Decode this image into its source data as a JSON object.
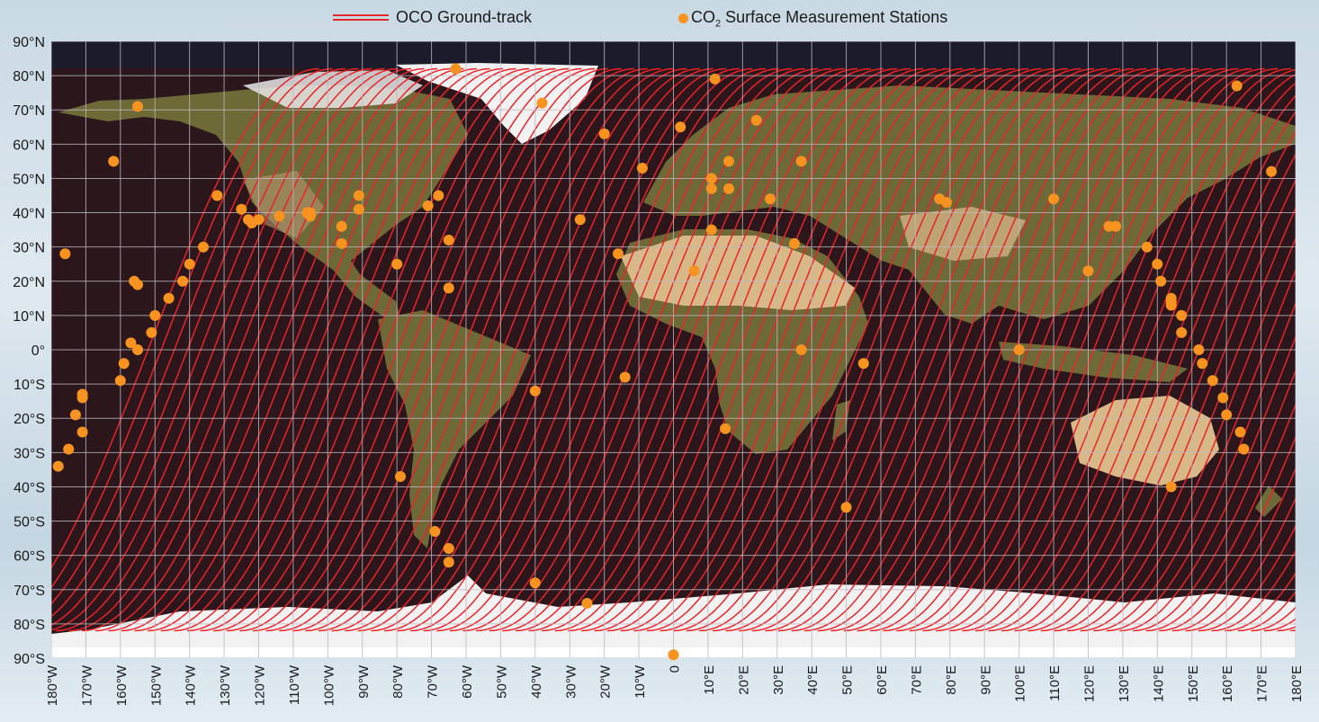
{
  "legend": {
    "track_label": "OCO Ground-track",
    "stations_prefix": "CO",
    "stations_sub": "2",
    "stations_suffix": " Surface Measurement Stations"
  },
  "colors": {
    "ocean": "#2b171b",
    "polar_bg": "#1b1b2b",
    "track": "#ec2229",
    "land": "#6e6a38",
    "desert": "#d9b888",
    "ice": "#f2f2f2",
    "station": "#f7931e",
    "grid": "#bfb7c0"
  },
  "lat_labels": [
    "90°N",
    "80°N",
    "70°N",
    "60°N",
    "50°N",
    "40°N",
    "30°N",
    "20°N",
    "10°N",
    "0°",
    "10°S",
    "20°S",
    "30°S",
    "40°S",
    "50°S",
    "60°S",
    "70°S",
    "80°S",
    "90°S"
  ],
  "lon_labels": [
    "180°W",
    "170°W",
    "160°W",
    "150°W",
    "140°W",
    "130°W",
    "120°W",
    "110°W",
    "100°W",
    "90°W",
    "80°W",
    "70°W",
    "60°W",
    "50°W",
    "40°W",
    "30°W",
    "20°W",
    "10°W",
    "0",
    "10°E",
    "20°E",
    "30°E",
    "40°E",
    "50°E",
    "60°E",
    "70°E",
    "80°E",
    "90°E",
    "100°E",
    "110°E",
    "120°E",
    "130°E",
    "140°E",
    "150°E",
    "160°E",
    "170°E",
    "180°E"
  ],
  "stations": [
    {
      "lon": -178,
      "lat": -34
    },
    {
      "lon": -176,
      "lat": 28
    },
    {
      "lon": -175,
      "lat": -29
    },
    {
      "lon": -173,
      "lat": -19
    },
    {
      "lon": -171,
      "lat": -14
    },
    {
      "lon": -171,
      "lat": -13
    },
    {
      "lon": -171,
      "lat": -24
    },
    {
      "lon": -162,
      "lat": 55
    },
    {
      "lon": -160,
      "lat": -9
    },
    {
      "lon": -159,
      "lat": -4
    },
    {
      "lon": -157,
      "lat": 2
    },
    {
      "lon": -156,
      "lat": 20
    },
    {
      "lon": -155,
      "lat": 19
    },
    {
      "lon": -155,
      "lat": 0
    },
    {
      "lon": -155,
      "lat": 71
    },
    {
      "lon": -151,
      "lat": 5
    },
    {
      "lon": -150,
      "lat": 10
    },
    {
      "lon": -146,
      "lat": 15
    },
    {
      "lon": -142,
      "lat": 20
    },
    {
      "lon": -140,
      "lat": 25
    },
    {
      "lon": -136,
      "lat": 30
    },
    {
      "lon": -132,
      "lat": 45
    },
    {
      "lon": -125,
      "lat": 41
    },
    {
      "lon": -123,
      "lat": 38
    },
    {
      "lon": -122,
      "lat": 37
    },
    {
      "lon": -120,
      "lat": 38
    },
    {
      "lon": -114,
      "lat": 39
    },
    {
      "lon": -106,
      "lat": 40
    },
    {
      "lon": -105,
      "lat": 39
    },
    {
      "lon": -105,
      "lat": 40
    },
    {
      "lon": -96,
      "lat": 36
    },
    {
      "lon": -96,
      "lat": 31
    },
    {
      "lon": -91,
      "lat": 45
    },
    {
      "lon": -91,
      "lat": 41
    },
    {
      "lon": -80,
      "lat": 25
    },
    {
      "lon": -79,
      "lat": -37
    },
    {
      "lon": -71,
      "lat": 42
    },
    {
      "lon": -69,
      "lat": -53
    },
    {
      "lon": -68,
      "lat": 45
    },
    {
      "lon": -65,
      "lat": 32
    },
    {
      "lon": -65,
      "lat": 18
    },
    {
      "lon": -65,
      "lat": -58
    },
    {
      "lon": -65,
      "lat": -62
    },
    {
      "lon": -63,
      "lat": 82
    },
    {
      "lon": -40,
      "lat": -12
    },
    {
      "lon": -40,
      "lat": -68
    },
    {
      "lon": -38,
      "lat": 72
    },
    {
      "lon": -27,
      "lat": 38
    },
    {
      "lon": -25,
      "lat": -74
    },
    {
      "lon": -20,
      "lat": 63
    },
    {
      "lon": -16,
      "lat": 28
    },
    {
      "lon": -14,
      "lat": -8
    },
    {
      "lon": -9,
      "lat": 53
    },
    {
      "lon": 0,
      "lat": -89
    },
    {
      "lon": 2,
      "lat": 65
    },
    {
      "lon": 6,
      "lat": 23
    },
    {
      "lon": 12,
      "lat": 79
    },
    {
      "lon": 11,
      "lat": 50
    },
    {
      "lon": 11,
      "lat": 47
    },
    {
      "lon": 11,
      "lat": 35
    },
    {
      "lon": 15,
      "lat": -23
    },
    {
      "lon": 16,
      "lat": 47
    },
    {
      "lon": 16,
      "lat": 55
    },
    {
      "lon": 24,
      "lat": 67
    },
    {
      "lon": 28,
      "lat": 44
    },
    {
      "lon": 35,
      "lat": 31
    },
    {
      "lon": 37,
      "lat": 55
    },
    {
      "lon": 37,
      "lat": 0
    },
    {
      "lon": 55,
      "lat": -4
    },
    {
      "lon": 50,
      "lat": -46
    },
    {
      "lon": 77,
      "lat": 44
    },
    {
      "lon": 79,
      "lat": 43
    },
    {
      "lon": 100,
      "lat": 0
    },
    {
      "lon": 110,
      "lat": 44
    },
    {
      "lon": 120,
      "lat": 23
    },
    {
      "lon": 126,
      "lat": 36
    },
    {
      "lon": 128,
      "lat": 36
    },
    {
      "lon": 137,
      "lat": 30
    },
    {
      "lon": 140,
      "lat": 25
    },
    {
      "lon": 141,
      "lat": 20
    },
    {
      "lon": 144,
      "lat": 15
    },
    {
      "lon": 144,
      "lat": 13
    },
    {
      "lon": 144,
      "lat": 14
    },
    {
      "lon": 144,
      "lat": -40
    },
    {
      "lon": 147,
      "lat": 10
    },
    {
      "lon": 147,
      "lat": 5
    },
    {
      "lon": 152,
      "lat": 0
    },
    {
      "lon": 153,
      "lat": -4
    },
    {
      "lon": 156,
      "lat": -9
    },
    {
      "lon": 159,
      "lat": -14
    },
    {
      "lon": 160,
      "lat": -19
    },
    {
      "lon": 164,
      "lat": -24
    },
    {
      "lon": 165,
      "lat": -29
    },
    {
      "lon": 163,
      "lat": 77
    },
    {
      "lon": 173,
      "lat": 52
    }
  ]
}
